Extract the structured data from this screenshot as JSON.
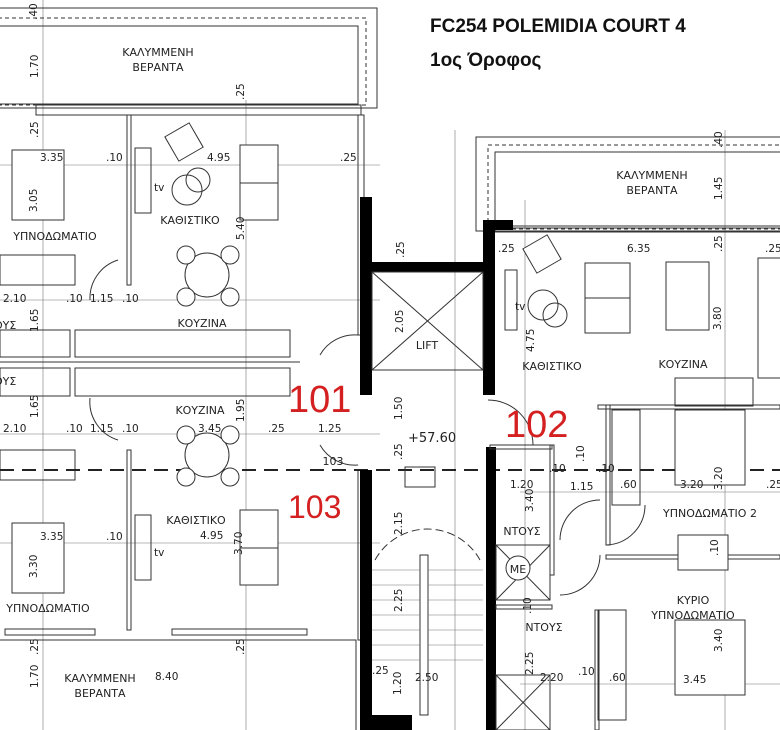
{
  "header": {
    "title": "FC254 POLEMIDIA COURT 4",
    "floor": "1ος Όροφος"
  },
  "units": {
    "u101": "101",
    "u102": "102",
    "u103": "103"
  },
  "colors": {
    "unit_number": "#d42020",
    "walls": "#000000",
    "lines": "#333333"
  },
  "rooms": {
    "veranda_top_left_1": "ΚΑΛΥΜΜΕΝΗ",
    "veranda_top_left_2": "ΒΕΡΑΝΤΑ",
    "living_101": "ΚΑΘΙΣΤΙΚΟ",
    "bedroom_101": "ΥΠΝΟΔΩΜΑΤΙΟ",
    "kitchen_101": "ΚΟΥΖΙΝΑ",
    "shower_101": "ΟΥΣ",
    "shower_103": "ΟΥΣ",
    "kitchen_103": "ΚΟΥΖΙΝΑ",
    "living_103": "ΚΑΘΙΣΤΙΚΟ",
    "bedroom_103": "ΥΠΝΟΔΩΜΑΤΙΟ",
    "veranda_bottom_1": "ΚΑΛΥΜΜΕΝΗ",
    "veranda_bottom_2": "ΒΕΡΑΝΤΑ",
    "veranda_right_1": "ΚΑΛΥΜΜΕΝΗ",
    "veranda_right_2": "ΒΕΡΑΝΤΑ",
    "lift": "LIFT",
    "living_102": "ΚΑΘΙΣΤΙΚΟ",
    "kitchen_102": "ΚΟΥΖΙΝΑ",
    "bedroom2_102": "ΥΠΝΟΔΩΜΑΤΙΟ 2",
    "master_102_1": "ΚΥΡΙΟ",
    "master_102_2": "ΥΠΝΟΔΩΜΑΤΙΟ",
    "shower_102a": "ΝΤΟΥΣ",
    "shower_102b": "ΝΤΟΥΣ",
    "me": "ΜΕ",
    "tv1": "tv",
    "tv2": "tv",
    "tv3": "tv",
    "level": "+57.60",
    "door_103": "103"
  },
  "dims": [
    ".40",
    "1.70",
    ".25",
    ".25",
    "3.35",
    ".10",
    "4.95",
    ".25",
    "3.05",
    "5.40",
    "2.10",
    ".10",
    "1.15",
    ".10",
    "1.65",
    ".25",
    ".25",
    "6.35",
    ".25",
    ".25",
    "1.45",
    ".40",
    "2.05",
    "4.75",
    "3.80",
    "1.25",
    ".25",
    "3.45",
    "1.95",
    "1.50",
    ".25",
    "2.15",
    "2.25",
    "2.50",
    ".25",
    "1.20",
    "2.10",
    ".10",
    "1.15",
    ".10",
    "1.65",
    "3.35",
    ".10",
    "3.30",
    "3.70",
    ".25",
    ".25",
    "1.70",
    "8.40",
    "4.95",
    "1.20",
    ".10",
    "1.15",
    ".10",
    ".60",
    "3.20",
    "3.20",
    ".25",
    "3.40",
    "3.40",
    "3.45",
    "2.25",
    "2.20",
    ".10",
    ".60",
    ".10",
    ".10",
    ".10"
  ]
}
